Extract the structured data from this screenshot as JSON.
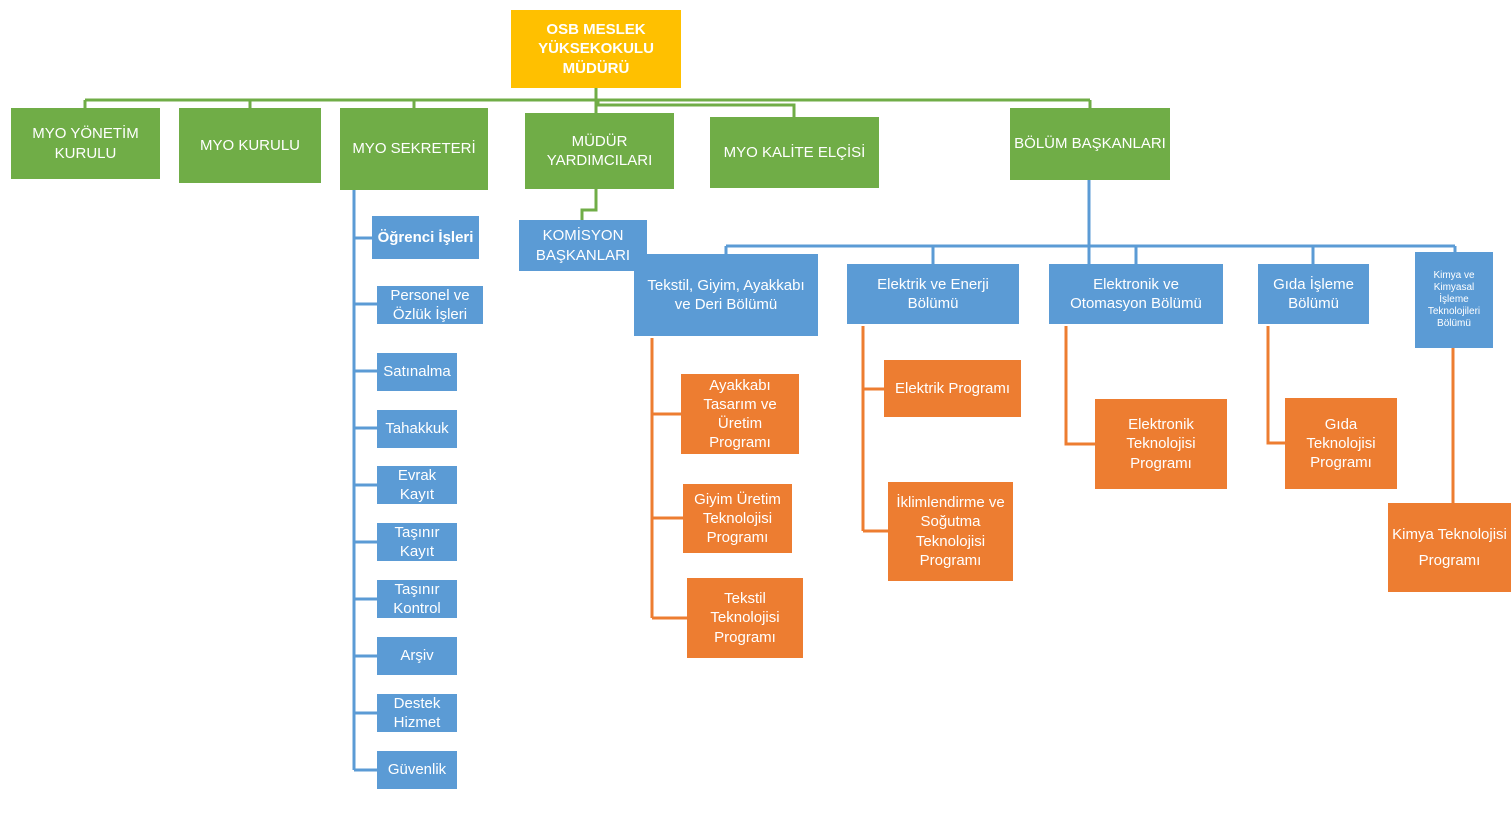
{
  "colors": {
    "director": "#FFC000",
    "management": "#70AD47",
    "staff_unit": "#5B9BD5",
    "program": "#ED7D31",
    "text": "#FFFFFF"
  },
  "director": "OSB MESLEK YÜKSEKOKULU MÜDÜRÜ",
  "level1": {
    "yonetim_kurulu": "MYO YÖNETİM KURULU",
    "kurul": "MYO KURULU",
    "sekreter": "MYO SEKRETERİ",
    "mudur_yardimcilari": "MÜDÜR YARDIMCILARI",
    "kalite_elcisi": "MYO KALİTE ELÇİSİ",
    "bolum_baskanlari": "BÖLÜM BAŞKANLARI"
  },
  "komisyon": "KOMİSYON BAŞKANLARI",
  "secretary_units": [
    "Öğrenci İşleri",
    "Personel ve Özlük İşleri",
    "Satınalma",
    "Tahakkuk",
    "Evrak Kayıt",
    "Taşınır Kayıt",
    "Taşınır Kontrol",
    "Arşiv",
    "Destek Hizmet",
    "Güvenlik"
  ],
  "departments": [
    {
      "name": "Tekstil, Giyim, Ayakkabı ve Deri Bölümü",
      "programs": [
        "Ayakkabı Tasarım ve Üretim Programı",
        "Giyim Üretim Teknolojisi Programı",
        "Tekstil Teknolojisi Programı"
      ]
    },
    {
      "name": "Elektrik ve Enerji Bölümü",
      "programs": [
        "Elektrik Programı",
        "İklimlendirme ve Soğutma Teknolojisi Programı"
      ]
    },
    {
      "name": "Elektronik ve Otomasyon Bölümü",
      "programs": [
        "Elektronik Teknolojisi Programı"
      ]
    },
    {
      "name": "Gıda İşleme Bölümü",
      "programs": [
        "Gıda Teknolojisi Programı"
      ]
    },
    {
      "name": "Kimya ve Kimyasal İşleme Teknolojileri Bölümü",
      "programs": [
        "Kimya Teknolojisi Programı"
      ]
    }
  ]
}
